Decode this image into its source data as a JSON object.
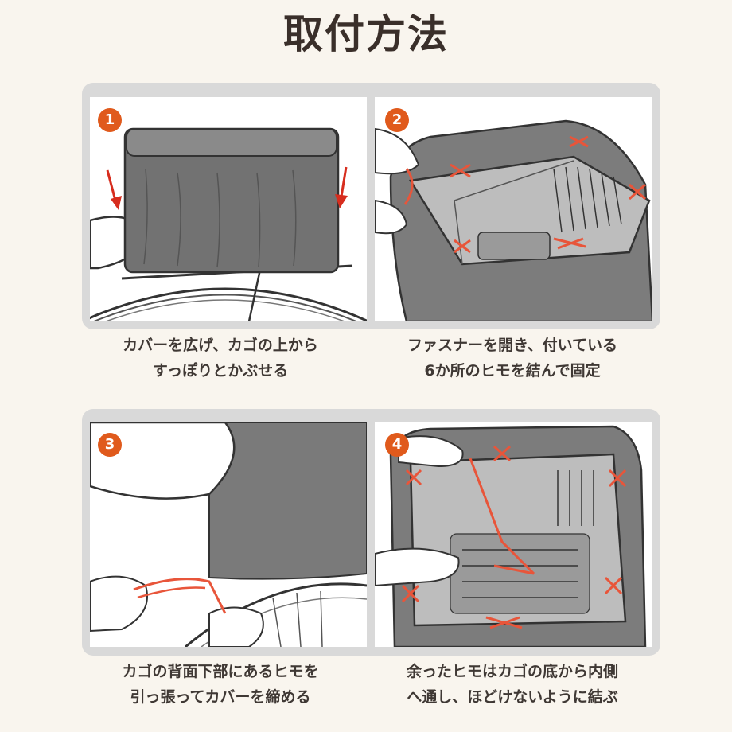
{
  "title": "取付方法",
  "steps": [
    {
      "number": "1",
      "caption_line1": "カバーを広げ、カゴの上から",
      "caption_line2": "すっぽりとかぶせる"
    },
    {
      "number": "2",
      "caption_line1": "ファスナーを開き、付いている",
      "caption_line2": "6か所のヒモを結んで固定"
    },
    {
      "number": "3",
      "caption_line1": "カゴの背面下部にあるヒモを",
      "caption_line2": "引っ張ってカバーを締める"
    },
    {
      "number": "4",
      "caption_line1": "余ったヒモはカゴの底から内側",
      "caption_line2": "へ通し、ほどけないように結ぶ"
    }
  ],
  "colors": {
    "background": "#f9f5ee",
    "panel": "#d9d9d9",
    "badge": "#e05a1c",
    "cover": "#7a7a7a",
    "string": "#e8553a"
  }
}
